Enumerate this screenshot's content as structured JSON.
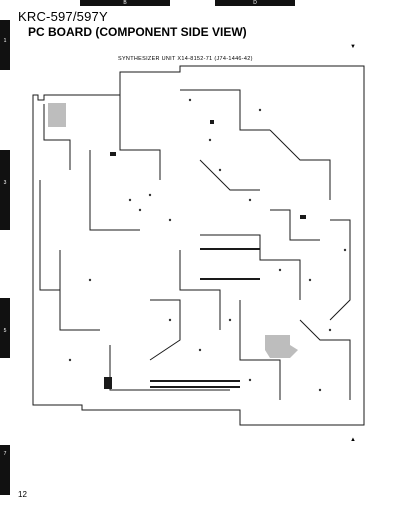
{
  "header": {
    "model": "KRC-597/597Y",
    "title": "PC BOARD (COMPONENT SIDE VIEW)",
    "column_markers": [
      "B",
      "D"
    ]
  },
  "side_markers": [
    "1",
    "3",
    "5",
    "7"
  ],
  "diagram": {
    "unit_label": "SYNTHESIZER UNIT X14-8152-71 (J74-1446-42)",
    "trace_color": "#1a1a1a",
    "copper_fill_color": "#bdbdbd"
  },
  "page_number": "12"
}
